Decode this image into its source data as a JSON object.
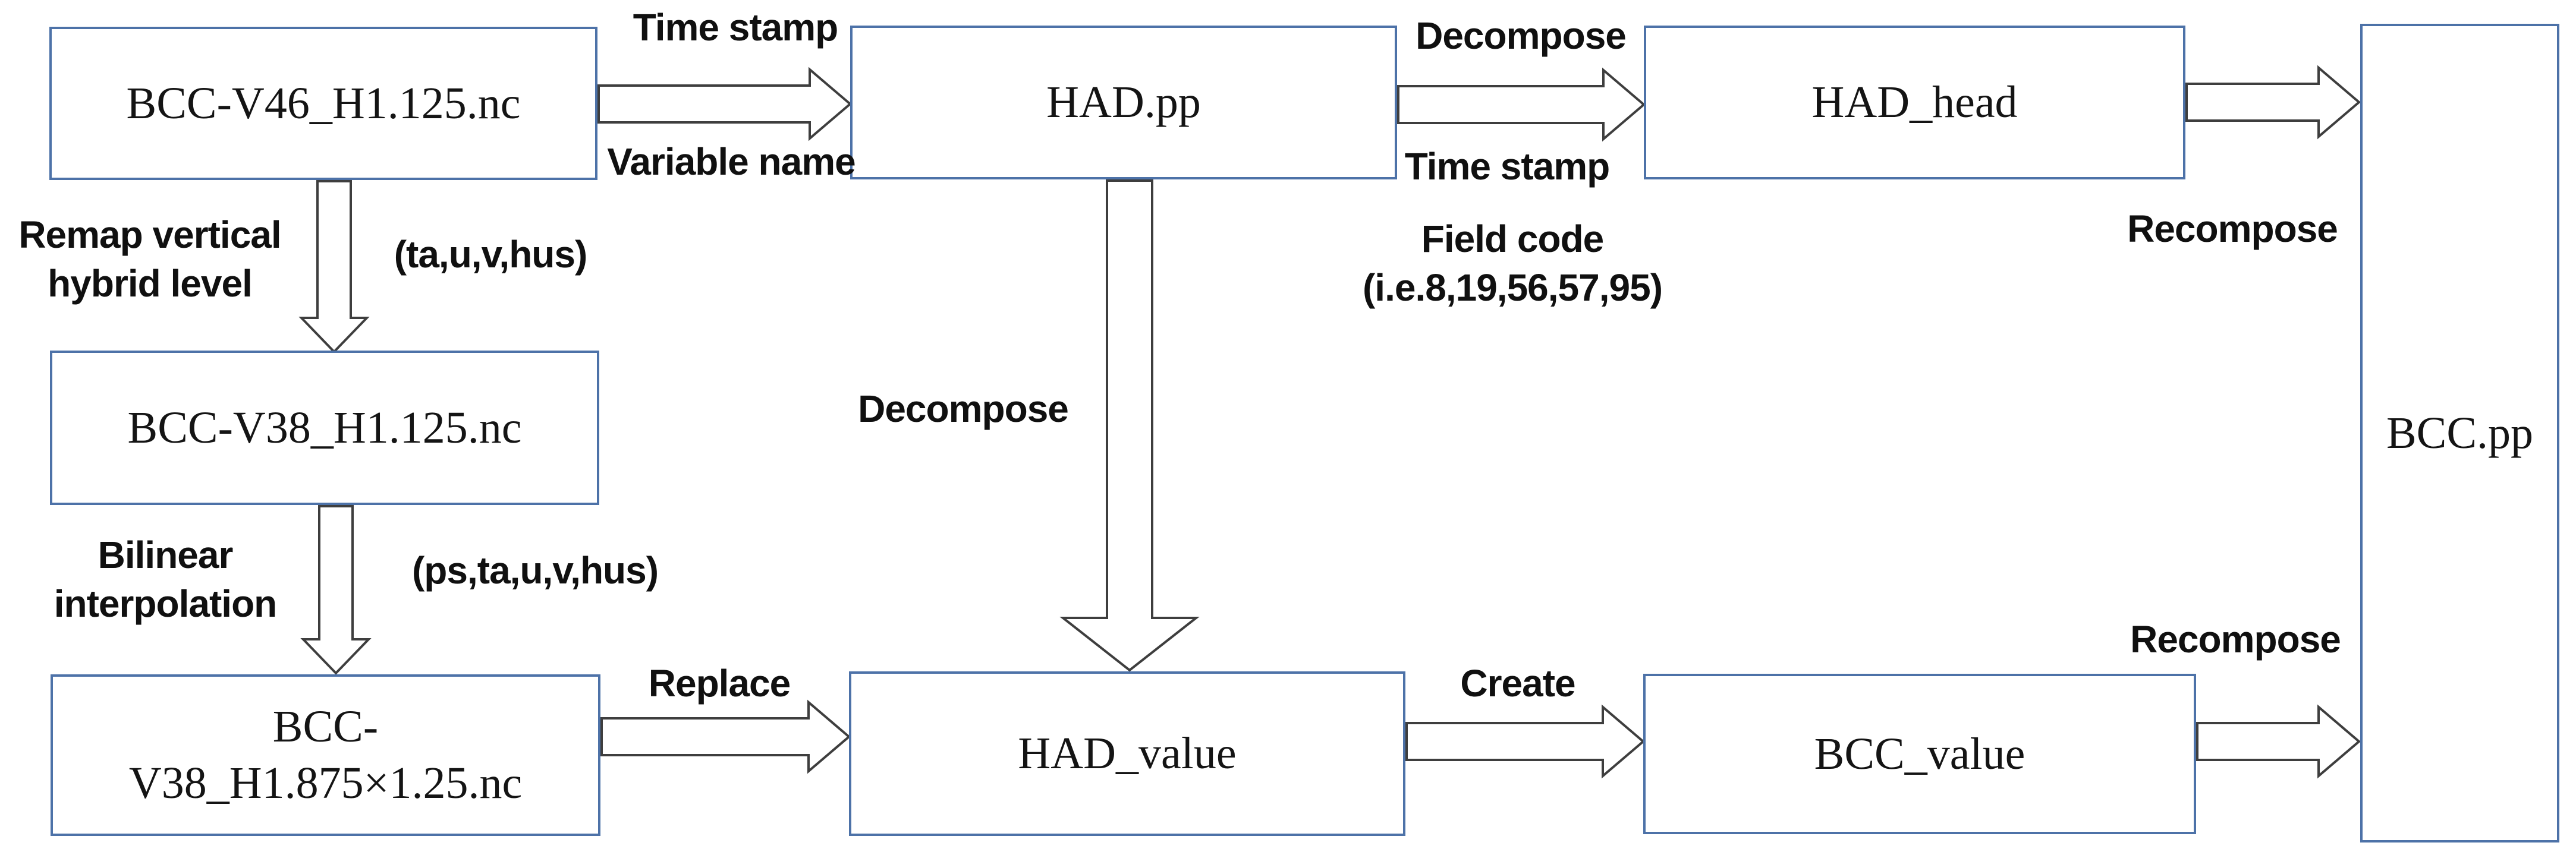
{
  "diagram": {
    "background_color": "#ffffff",
    "box_border_color": "#4d72a8",
    "arrow_outline_color": "#3e3e3e",
    "text_color": "#141414",
    "nodes": {
      "bcc_v46": {
        "label": "BCC-V46_H1.125.nc"
      },
      "had_pp": {
        "label": "HAD.pp"
      },
      "had_head": {
        "label": "HAD_head"
      },
      "bcc_pp": {
        "label": "BCC.pp"
      },
      "bcc_v38": {
        "label": "BCC-V38_H1.125.nc"
      },
      "bcc_v38_h1875": {
        "label_line1": "BCC-",
        "label_line2": "V38_H1.875×1.25.nc"
      },
      "had_value": {
        "label": "HAD_value"
      },
      "bcc_value": {
        "label": "BCC_value"
      }
    },
    "labels": {
      "time_stamp_top": "Time stamp",
      "variable_name": "Variable name",
      "decompose_top": "Decompose",
      "time_stamp_mid": "Time stamp",
      "field_code_line1": "Field code",
      "field_code_line2": "(i.e.8,19,56,57,95)",
      "recompose_top": "Recompose",
      "remap_line1": "Remap vertical",
      "remap_line2": "hybrid level",
      "ta_vars": "(ta,u,v,hus)",
      "bilinear_line1": "Bilinear",
      "bilinear_line2": "interpolation",
      "ps_vars": "(ps,ta,u,v,hus)",
      "decompose_mid": "Decompose",
      "replace": "Replace",
      "create": "Create",
      "recompose_bottom": "Recompose"
    }
  }
}
